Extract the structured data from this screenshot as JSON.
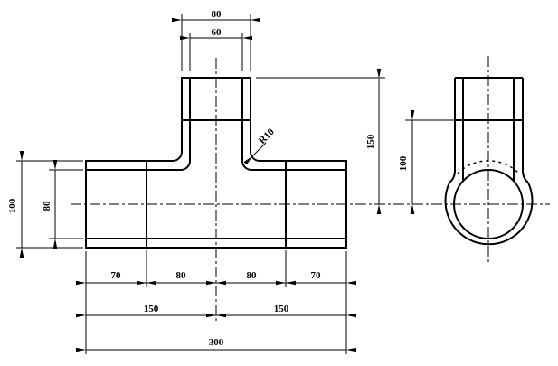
{
  "drawing": {
    "description": "Engineering drawing of a tee pipe fitting, front view and side view",
    "line_color": "#000000",
    "background_color": "#ffffff"
  },
  "dimensions": {
    "branch_outer_width": "80",
    "branch_bore_width": "60",
    "run_outer_height": "100",
    "run_bore_height": "80",
    "branch_height": "150",
    "socket_line_height": "100",
    "bottom_chain": [
      "70",
      "80",
      "80",
      "70"
    ],
    "bottom_halves": [
      "150",
      "150"
    ],
    "overall_length": "300",
    "fillet_radius": "R10"
  }
}
